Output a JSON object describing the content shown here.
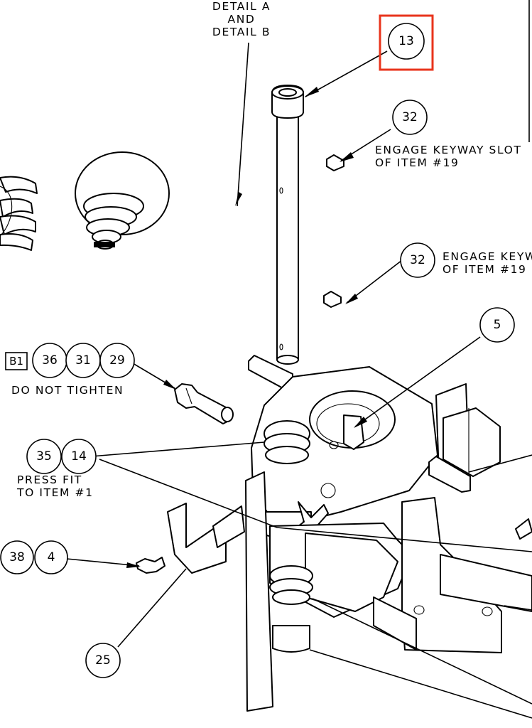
{
  "notes": {
    "detail_line1": "DETAIL A",
    "detail_line2": "AND",
    "detail_line3": "DETAIL B",
    "engage1_line1": "ENGAGE KEYWAY SLOT",
    "engage1_line2": "OF ITEM #19",
    "engage2_line1": "ENGAGE KEYW",
    "engage2_line2": "OF ITEM #19",
    "do_not_tighten": "DO NOT TIGHTEN",
    "press_fit_line1": "PRESS FIT",
    "press_fit_line2": "TO ITEM #1",
    "detail_ref_box": "B1"
  },
  "balloons": {
    "b13": "13",
    "b32a": "32",
    "b32b": "32",
    "b5": "5",
    "b36": "36",
    "b31": "31",
    "b29": "29",
    "b35": "35",
    "b14": "14",
    "b38": "38",
    "b4": "4",
    "b25": "25"
  },
  "highlight": {
    "target": "13",
    "color": "#e8341c"
  },
  "colors": {
    "line": "#000000",
    "background": "#ffffff"
  }
}
